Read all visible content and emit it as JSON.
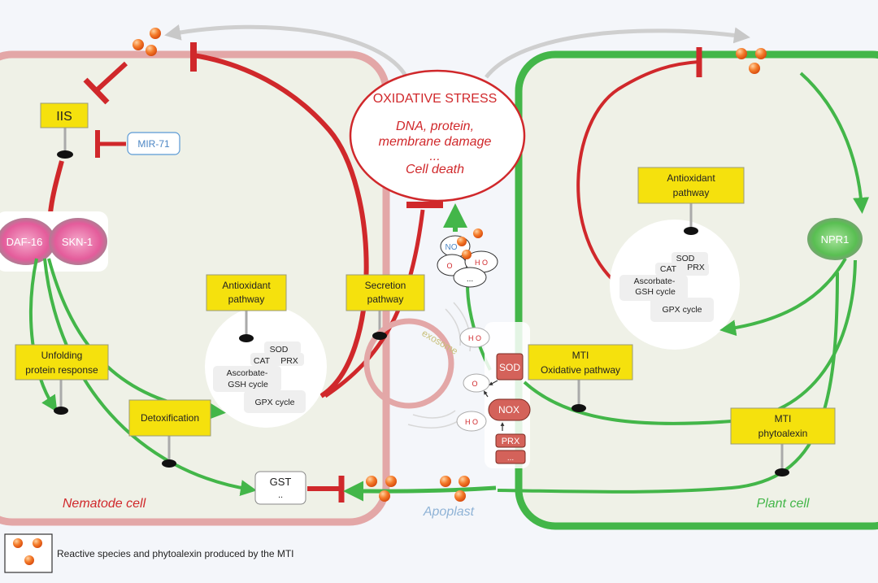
{
  "stress": {
    "title": "OXIDATIVE STRESS",
    "line1": "DNA, protein,",
    "line2": "membrane damage",
    "line3": "...",
    "line4": "Cell death"
  },
  "nematode": {
    "label": "Nematode cell",
    "iis": "IIS",
    "mir71": "MIR-71",
    "daf16": "DAF-16",
    "skn1": "SKN-1",
    "antioxidant_l1": "Antioxidant",
    "antioxidant_l2": "pathway",
    "unfolding_l1": "Unfolding",
    "unfolding_l2": "protein response",
    "detox": "Detoxification",
    "secretion_l1": "Secretion",
    "secretion_l2": "pathway",
    "gst": "GST",
    "gst_dots": "..",
    "exosome": "exosome",
    "enzymes": {
      "sod": "SOD",
      "cat": "CAT",
      "prx": "PRX",
      "asc1": "Ascorbate-",
      "asc2": "GSH cycle",
      "gpx": "GPX cycle"
    }
  },
  "plant": {
    "label": "Plant cell",
    "antioxidant_l1": "Antioxidant",
    "antioxidant_l2": "pathway",
    "npr1": "NPR1",
    "mti_ox_l1": "MTI",
    "mti_ox_l2": "Oxidative pathway",
    "mti_phyto_l1": "MTI",
    "mti_phyto_l2": "phytoalexin",
    "enzymes": {
      "sod": "SOD",
      "cat": "CAT",
      "prx": "PRX",
      "asc1": "Ascorbate-",
      "asc2": "GSH cycle",
      "gpx": "GPX cycle"
    },
    "membrane": {
      "sod": "SOD",
      "nox": "NOX",
      "prx": "PRX",
      "dots": "..."
    }
  },
  "apoplast": {
    "label": "Apoplast",
    "ros": {
      "no": "NO",
      "o2": "O",
      "h2o2": "H O",
      "dots": "..."
    },
    "h2o2_a": "H O",
    "o2_a": "O",
    "h2o2_b": "H O"
  },
  "legend": {
    "text": "Reactive species and phytoalexin produced by the MTI"
  },
  "colors": {
    "red": "#d0282b",
    "green": "#43b649",
    "yellow": "#f5e10d",
    "grey": "#c8c8c8",
    "pink": "#e46ea6",
    "cell_fill": "#eff1e7",
    "nematode_border": "#e3a7a7"
  }
}
